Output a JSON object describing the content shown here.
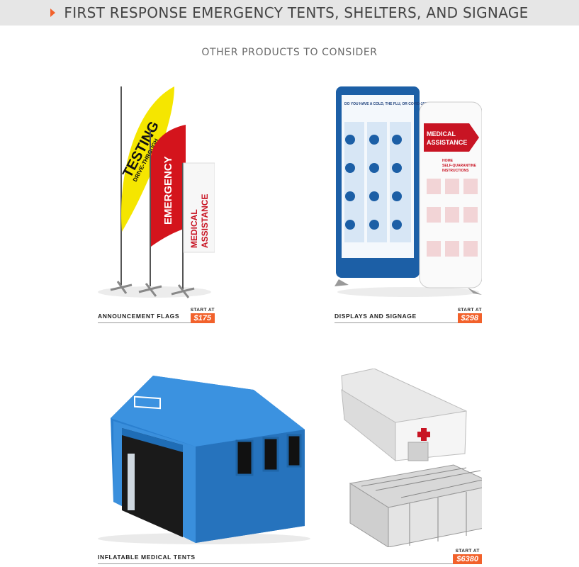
{
  "header": {
    "title": "FIRST RESPONSE EMERGENCY TENTS, SHELTERS, AND SIGNAGE",
    "accent": "#f2612b"
  },
  "subtitle": "OTHER PRODUCTS TO CONSIDER",
  "products": [
    {
      "label": "ANNOUNCEMENT FLAGS",
      "start_at": "START AT",
      "price": "$175",
      "flags": [
        "DRIVE-THROUGH",
        "TESTING",
        "EMERGENCY",
        "MEDICAL",
        "ASSISTANCE"
      ]
    },
    {
      "label": "DISPLAYS AND SIGNAGE",
      "start_at": "START AT",
      "price": "$298",
      "sign_left": "DO YOU HAVE A COLD, THE FLU, OR COVID-19?",
      "sign_right": [
        "MEDICAL",
        "ASSISTANCE",
        "HOME",
        "SELF-QUARANTINE",
        "INSTRUCTIONS"
      ]
    },
    {
      "label": "INFLATABLE MEDICAL TENTS",
      "start_at": "START AT",
      "price": "$6380"
    }
  ],
  "colors": {
    "flag_yellow": "#f5e600",
    "flag_red": "#d4141c",
    "sign_blue": "#1c5fa6",
    "tent_blue": "#2a7fcf"
  }
}
